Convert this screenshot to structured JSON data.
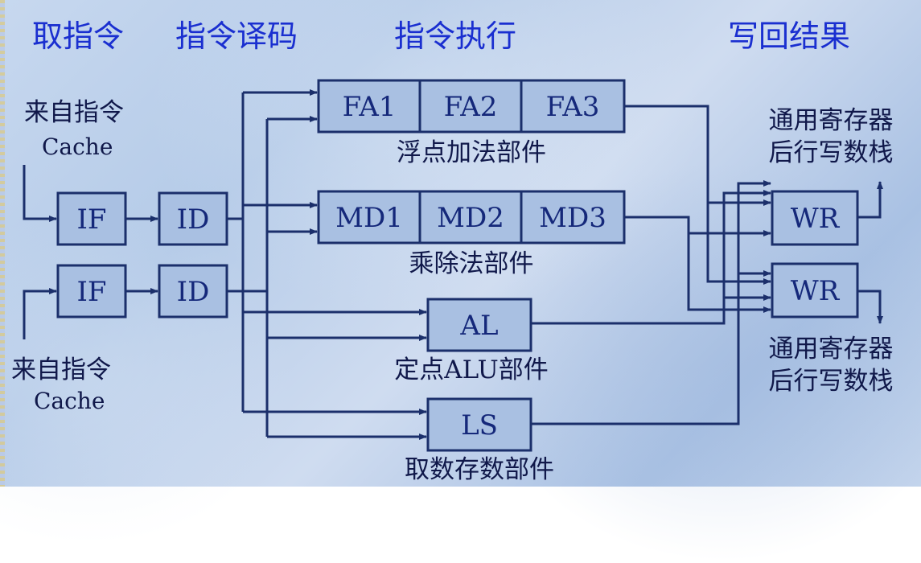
{
  "stages": [
    "取指令",
    "指令译码",
    "指令执行",
    "写回结果"
  ],
  "inputs": [
    {
      "line1": "来自指令",
      "line2": "Cache"
    },
    {
      "line1": "来自指令",
      "line2": "Cache"
    }
  ],
  "fetch_units": [
    "IF",
    "IF"
  ],
  "decode_units": [
    "ID",
    "ID"
  ],
  "exec_units": {
    "fa": {
      "stages": [
        "FA1",
        "FA2",
        "FA3"
      ],
      "caption": "浮点加法部件"
    },
    "md": {
      "stages": [
        "MD1",
        "MD2",
        "MD3"
      ],
      "caption": "乘除法部件"
    },
    "al": {
      "label": "AL",
      "caption": "定点ALU部件"
    },
    "ls": {
      "label": "LS",
      "caption": "取数存数部件"
    }
  },
  "writeback_units": [
    "WR",
    "WR"
  ],
  "outputs": [
    {
      "line1": "通用寄存器",
      "line2": "后行写数栈"
    },
    {
      "line1": "通用寄存器",
      "line2": "后行写数栈"
    }
  ],
  "colors": {
    "stage_text": "#1a2fd0",
    "line": "#1b2f6b",
    "box_fill": "#a9c0e2"
  }
}
